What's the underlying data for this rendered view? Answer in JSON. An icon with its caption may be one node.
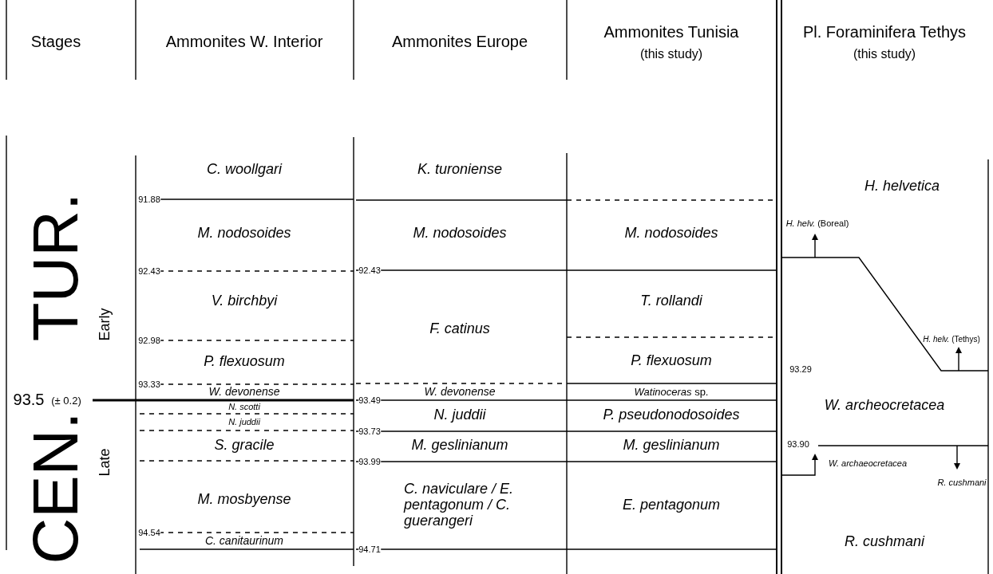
{
  "diagram": {
    "labels": [
      "Stages",
      "Ammonites W. Interior",
      "Ammonites Europe",
      "Ammonites Tunisia",
      "(this study)",
      "Pl. Foraminifera Tethys",
      "(this study)",
      "C. woollgari",
      "K. turoniense",
      "H. helvetica",
      "91.88",
      "*H. helv.* (Boreal)",
      "TUR.",
      "M. nodosoides",
      "M. nodosoides",
      "M. nodosoides",
      "92.43",
      "92.43",
      "Early",
      "V. birchbyi",
      "T. rollandi",
      "92.98",
      "F. catinus",
      "*H. helv.* (Tethys)",
      "P. flexuosum",
      "P. flexuosum",
      "93.29",
      "93.33",
      "93.5",
      "(± 0.2)",
      "W. devonense",
      "W. devonense",
      "*Watinoceras* sp.",
      "93.49",
      "N. scotti",
      "W. archeocretacea",
      "N. juddii",
      "N. juddii",
      "P. pseudonodosoides",
      "93.73",
      "S. gracile",
      "M. geslinianum",
      "M. geslinianum",
      "93.90",
      "W. archaeocretacea",
      "R. cushmani",
      "93.99",
      "Late",
      "CEN.",
      "C. naviculare / E. pentagonum / C. guerangeri",
      "E. pentagonum",
      "M. mosbyense",
      "R. cushmani",
      "94.54",
      "C. canitaurinum",
      "94.71"
    ]
  }
}
